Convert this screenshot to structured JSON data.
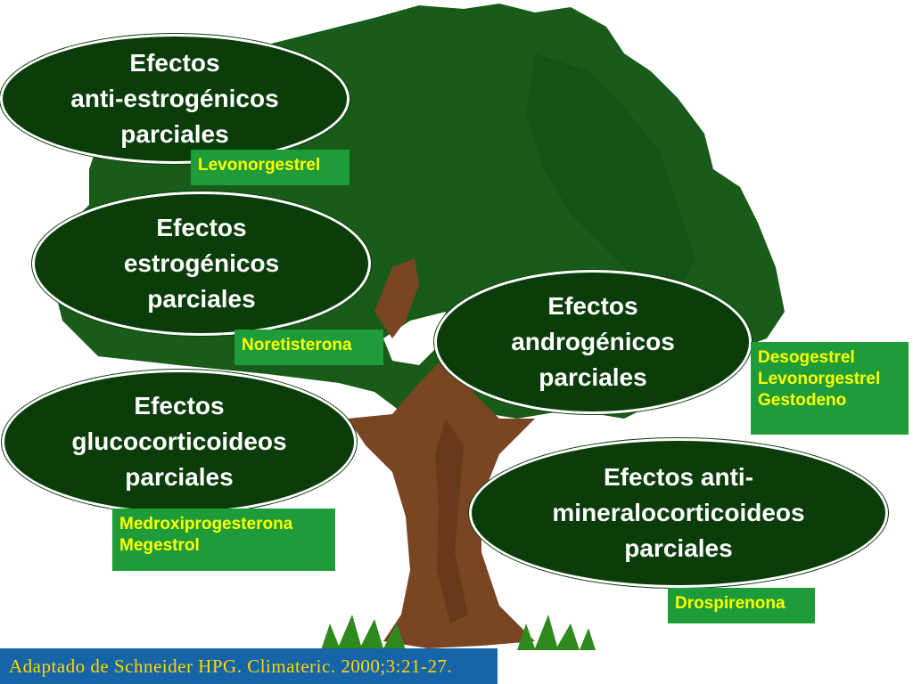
{
  "colors": {
    "foliage": "#195b19",
    "foliage_dark": "#0f4a0f",
    "trunk": "#7a4522",
    "trunk_dark": "#5a2f14",
    "grass": "#2f8a1e",
    "oval_fill": "#0b3d0b",
    "oval_text": "#ffffff",
    "tag_fill": "#1e9c3a",
    "tag_text": "#ffff00",
    "citation_fill": "#1565a8",
    "citation_text": "#ffd600"
  },
  "ovals": [
    {
      "lines": [
        "Efectos",
        "anti-estrogénicos",
        "parciales"
      ]
    },
    {
      "lines": [
        "Efectos",
        "estrogénicos",
        "parciales"
      ]
    },
    {
      "lines": [
        "Efectos",
        "glucocorticoideos",
        "parciales"
      ]
    },
    {
      "lines": [
        "Efectos",
        "androgénicos",
        "parciales"
      ]
    },
    {
      "lines": [
        "Efectos anti-",
        "mineralocorticoideos",
        "parciales"
      ]
    }
  ],
  "tags": [
    {
      "lines": [
        "Levonorgestrel"
      ]
    },
    {
      "lines": [
        "Noretisterona"
      ]
    },
    {
      "lines": [
        "Medroxiprogesterona",
        "Megestrol"
      ]
    },
    {
      "lines": [
        "Desogestrel",
        "Levonorgestrel",
        "Gestodeno"
      ]
    },
    {
      "lines": [
        "Drospirenona"
      ]
    }
  ],
  "citation": "Adaptado de  Schneider HPG. Climateric. 2000;3:21-27."
}
